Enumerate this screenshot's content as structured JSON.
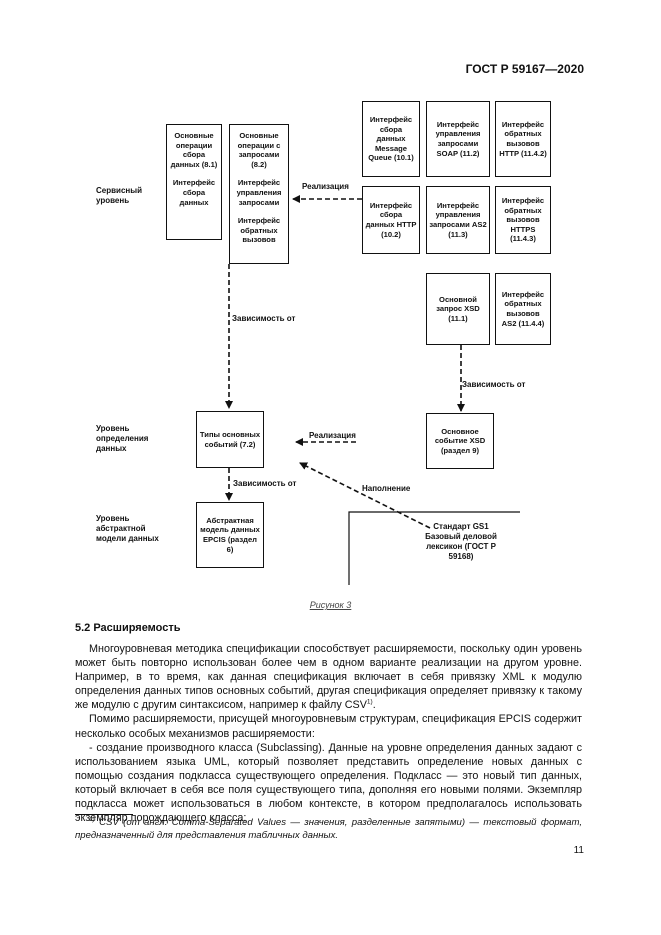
{
  "header": {
    "standard": "ГОСТ Р 59167—2020"
  },
  "diagram": {
    "levels": {
      "service": "Сервисный уровень",
      "definition": "Уровень определения данных",
      "abstract": "Уровень абстрактной модели данных"
    },
    "boxes": {
      "capture_ops": {
        "line1": "Основные операции сбора данных (8.1)",
        "line2": "Интерфейс сбора данных"
      },
      "query_ops": {
        "line1": "Основные операции с запросами (8.2)",
        "line2": "Интерфейс управления запросами",
        "line3": "Интерфейс обратных вызовов"
      },
      "capture_mq": "Интерфейс сбора данных Message Queue (10.1)",
      "query_soap": "Интерфейс управления запросами SOAP (11.2)",
      "callback_http": "Интерфейс обратных вызовов HTTP (11.4.2)",
      "capture_http": "Интерфейс сбора данных HTTP (10.2)",
      "query_as2": "Интерфейс управления запросами AS2 (11.3)",
      "callback_https": "Интерфейс обратных вызовов HTTPS (11.4.3)",
      "core_query_xsd": "Основной запрос XSD (11.1)",
      "callback_as2": "Интерфейс обратных вызовов AS2 (11.4.4)",
      "core_event_types": "Типы основных событий (7.2)",
      "core_event_xsd": "Основное событие XSD (раздел 9)",
      "abstract_model": "Абстрактная модель данных EPCIS (раздел 6)",
      "gs1_standard": "Стандарт GS1 Базовый деловой лексикон (ГОСТ Р 59168)"
    },
    "arrow_labels": {
      "realization_top": "Реализация",
      "dependency_mid": "Зависимость от",
      "dependency_right": "Зависимость от",
      "realization_mid": "Реализация",
      "dependency_low": "Зависимость от",
      "population": "Наполнение"
    }
  },
  "caption": "Рисунок 3",
  "section": {
    "title": "5.2 Расширяемость"
  },
  "body": {
    "p1": "Многоуровневая методика спецификации способствует расширяемости, поскольку один уровень может быть повторно использован более чем в одном варианте реализации на другом уровне. Например, в то время, как данная спецификация включает в себя привязку XML к модулю определения данных типов основных событий, другая спецификация определяет привязку к такому же модулю с другим синтаксисом, например к файлу CSV",
    "p1_fnref": "1)",
    "p1_end": ".",
    "p2": "Помимо расширяемости, присущей многоуровневым структурам, спецификация EPCIS содержит несколько особых механизмов расширяемости:",
    "p3": "- создание производного класса (Subclassing). Данные на уровне определения данных задают с использованием языка UML, который позволяет представить определение новых данных с помощью создания подкласса существующего определения. Подкласс — это новый тип данных, который включает в себя все поля существующего типа, дополняя его новыми полями. Экземпляр подкласса может использоваться в любом контексте, в котором предполагалось использовать экземпляр порождающего класса;"
  },
  "footnote": {
    "mark": "1)",
    "text": "CSV (от англ. Comma-Separated Values — значения, разделенные запятыми) — текстовый формат, предназначенный для представления табличных данных."
  },
  "page_number": "11"
}
